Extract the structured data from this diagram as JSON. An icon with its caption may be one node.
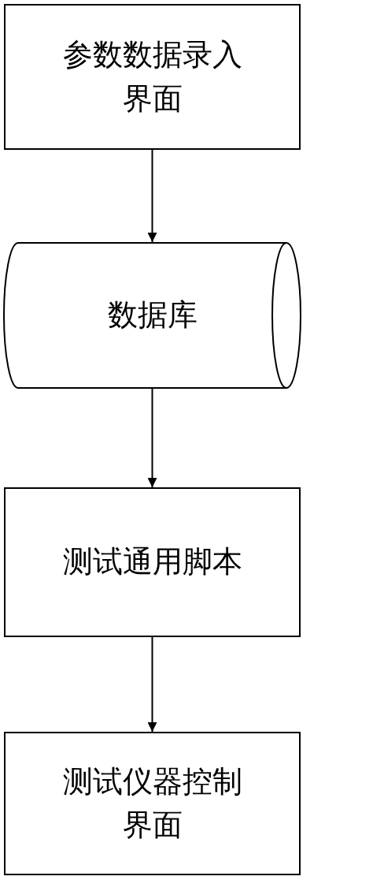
{
  "diagram": {
    "nodes": [
      {
        "text": [
          "参数数据录入界面"
        ]
      },
      {
        "text": [
          "数据库"
        ]
      },
      {
        "text": [
          "测试通用脚本"
        ]
      },
      {
        "text": [
          "测试仪器控制界面"
        ]
      }
    ],
    "edges": [
      {
        "from": 0,
        "to": 1,
        "arrow": "to"
      },
      {
        "from": 1,
        "to": 2,
        "arrow": "to"
      },
      {
        "from": 2,
        "to": 3,
        "arrow": "to"
      }
    ]
  }
}
